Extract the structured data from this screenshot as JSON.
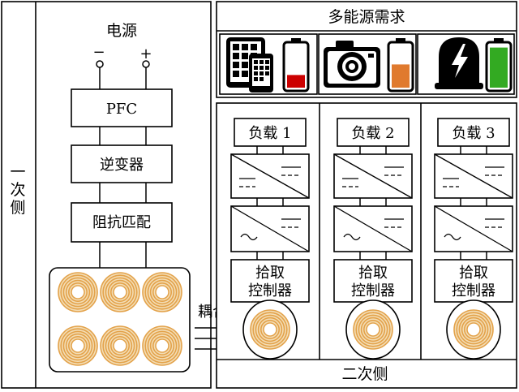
{
  "primary": {
    "side_label": "一次侧",
    "power_label": "电源",
    "minus": "−",
    "plus": "+",
    "blocks": [
      "PFC",
      "逆变器",
      "阻抗匹配"
    ],
    "coupling_label": "耦合"
  },
  "secondary": {
    "demand_title": "多能源需求",
    "side_label": "二次侧",
    "loads": [
      {
        "label": "负载 1",
        "controller_line1": "拾取",
        "controller_line2": "控制器"
      },
      {
        "label": "负载 2",
        "controller_line1": "拾取",
        "controller_line2": "控制器"
      },
      {
        "label": "负载 3",
        "controller_line1": "拾取",
        "controller_line2": "控制器"
      }
    ],
    "devices": [
      {
        "icon": "tablet-phone-icon",
        "battery_level": 0.3,
        "battery_color": "#cc0000"
      },
      {
        "icon": "camera-icon",
        "battery_level": 0.55,
        "battery_color": "#e07a2e"
      },
      {
        "icon": "power-bank-icon",
        "battery_level": 0.95,
        "battery_color": "#33aa22"
      }
    ]
  },
  "colors": {
    "coil": "#e3a24a",
    "coil_bg": "#f3ddb5"
  }
}
